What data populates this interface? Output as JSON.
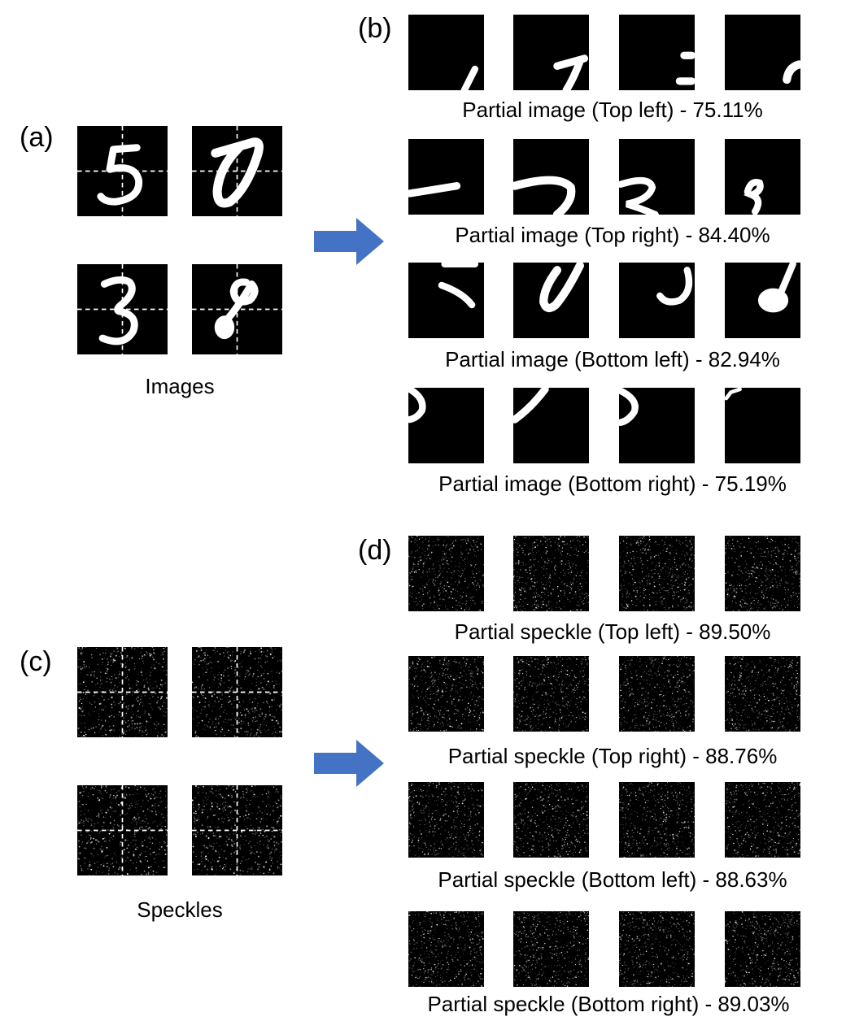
{
  "panels": {
    "a": {
      "label": "(a)",
      "caption": "Images",
      "digits": [
        "5",
        "0",
        "3",
        "8"
      ]
    },
    "b": {
      "label": "(b)",
      "rows": [
        {
          "caption": "Partial image (Top left) - 75.11%",
          "accuracy_percent": 75.11
        },
        {
          "caption": "Partial image (Top right) - 84.40%",
          "accuracy_percent": 84.4
        },
        {
          "caption": "Partial image (Bottom left) - 82.94%",
          "accuracy_percent": 82.94
        },
        {
          "caption": "Partial image (Bottom right) - 75.19%",
          "accuracy_percent": 75.19
        }
      ]
    },
    "c": {
      "label": "(c)",
      "caption": "Speckles"
    },
    "d": {
      "label": "(d)",
      "rows": [
        {
          "caption": "Partial speckle (Top left) - 89.50%",
          "accuracy_percent": 89.5
        },
        {
          "caption": "Partial speckle (Top right) - 88.76%",
          "accuracy_percent": 88.76
        },
        {
          "caption": "Partial speckle (Bottom left) - 88.63%",
          "accuracy_percent": 88.63
        },
        {
          "caption": "Partial speckle (Bottom right) - 89.03%",
          "accuracy_percent": 89.03
        }
      ]
    }
  },
  "colors": {
    "arrow": "#4472C4",
    "tile_background": "#000000",
    "stroke": "#ffffff"
  }
}
